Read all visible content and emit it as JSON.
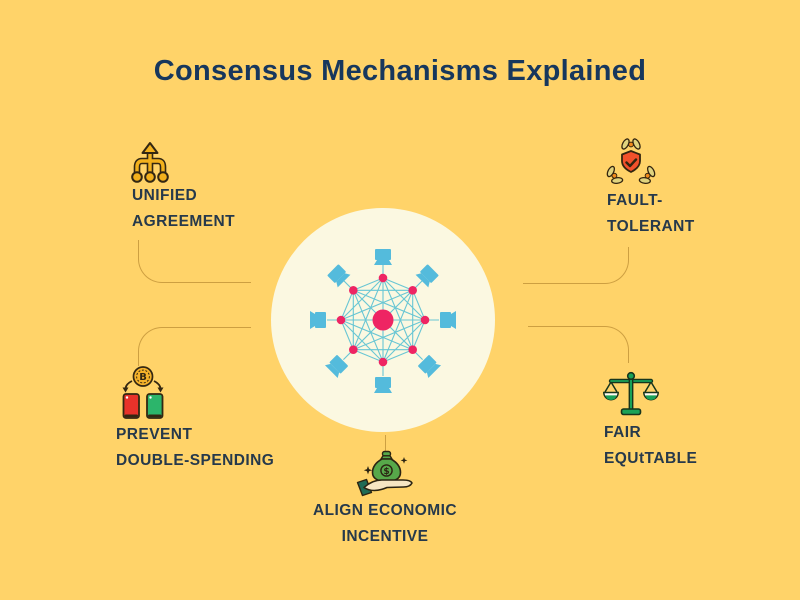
{
  "title": "Consensus Mechanisms Explained",
  "features": [
    {
      "name": "unified-agreement",
      "icon": "merge-arrows-icon",
      "line1": "UNIFIED",
      "line2": "AGREEMENT"
    },
    {
      "name": "fault-tolerant",
      "icon": "shield-hands-icon",
      "line1": "FAULT-",
      "line2": "TOLERANT"
    },
    {
      "name": "prevent-double-spending",
      "icon": "bitcoin-split-icon",
      "line1": "PREVENT",
      "line2": "DOUBLE-SPENDING"
    },
    {
      "name": "fair-equitable",
      "icon": "balance-scale-icon",
      "line1": "FAIR",
      "line2": "EQUtTABLE"
    },
    {
      "name": "align-economic-incentive",
      "icon": "money-bag-hand-icon",
      "line1": "ALIGN ECONOMIC",
      "line2": "INCENTIVE"
    }
  ],
  "center_illustration": {
    "name": "distributed-network",
    "node_count": 8
  },
  "colors": {
    "background": "#FFD369",
    "title": "#17375D",
    "label": "#26394B",
    "center_circle": "#FBF8E1",
    "network_device_blue": "#54BBDC",
    "network_line_teal": "#68C6D4",
    "network_node_pink": "#EE2563",
    "connector_line": "#A47622",
    "icon_gold": "#F3B11C",
    "icon_red": "#E8322A",
    "icon_orange_shield": "#F2512B",
    "icon_green": "#2CB56B",
    "icon_scale_green": "#1AA257",
    "icon_bag_green": "#57A84A"
  }
}
